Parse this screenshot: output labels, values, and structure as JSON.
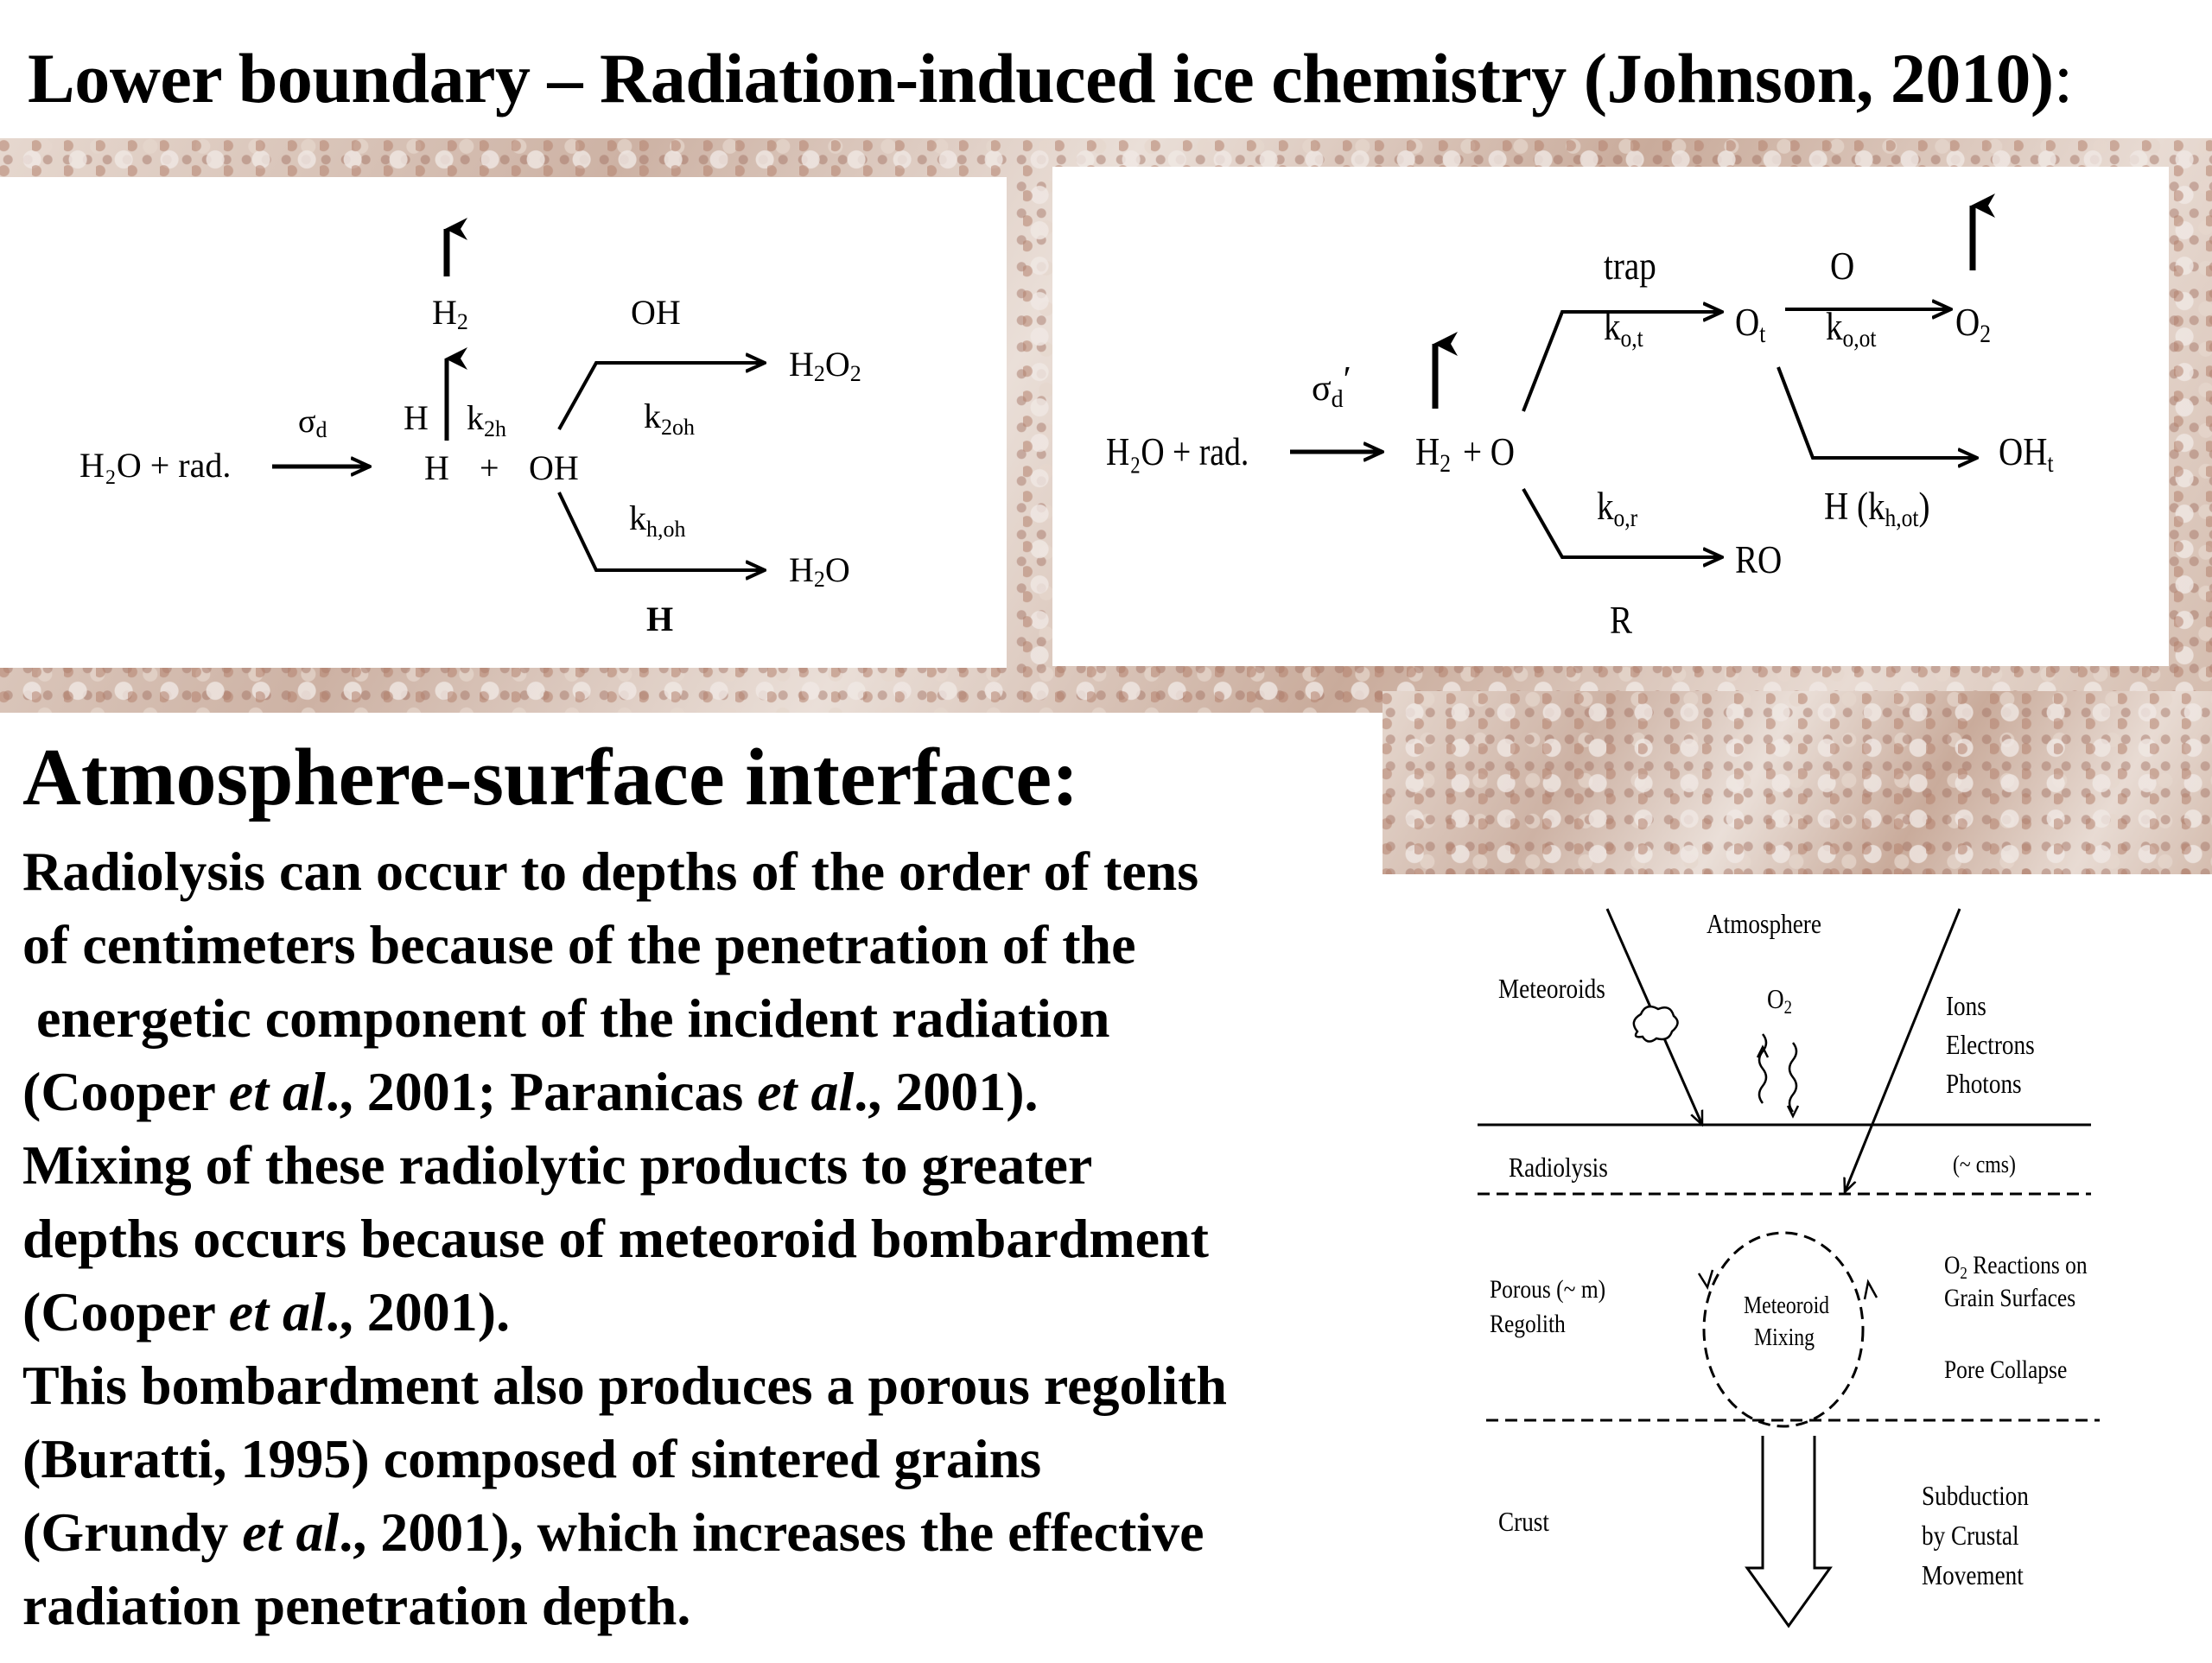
{
  "title": {
    "main": "Lower boundary – Radiation-induced ice chemistry (Johnson, 2010)",
    "colon": ":"
  },
  "diagram_left": {
    "reactant": "H₂O + rad.",
    "sigma": "σ",
    "sigma_sub": "d",
    "h2": "H",
    "h2_sub": "2",
    "h_label": "H",
    "k2h": "k",
    "k2h_sub": "2h",
    "h": "H",
    "plus": "+",
    "oh": "OH",
    "oh_top": "OH",
    "h2o2": "H",
    "h2o2_sub1": "2",
    "h2o2_mid": "O",
    "h2o2_sub2": "2",
    "k2oh": "k",
    "k2oh_sub": "2oh",
    "khoh": "k",
    "khoh_sub": "h,oh",
    "h2o_prod": "H",
    "h2o_prod_sub": "2",
    "h2o_prod_end": "O",
    "h_bottom": "H"
  },
  "diagram_right": {
    "reactant": "H₂O + rad.",
    "sigma": "σ",
    "sigma_sub": "d",
    "sigma_prime": "′",
    "h2": "H",
    "h2_sub": "2",
    "plus_o": "+ O",
    "trap": "trap",
    "kot": "k",
    "kot_sub": "o,t",
    "ot": "O",
    "ot_sub": "t",
    "o_label": "O",
    "koot": "k",
    "koot_sub": "o,ot",
    "o2": "O",
    "o2_sub": "2",
    "oht": "OH",
    "oht_sub": "t",
    "hkhot": "H (k",
    "hkhot_sub": "h,ot",
    "hkhot_end": ")",
    "kor": "k",
    "kor_sub": "o,r",
    "ro": "RO",
    "r": "R"
  },
  "section_heading": "Atmosphere-surface interface:",
  "body_lines": {
    "l1": "Radiolysis can occur to depths  of the order of tens",
    "l2": "of centimeters because of the penetration of the",
    "l3": " energetic component of the incident radiation",
    "l4a": "(Cooper ",
    "l4b": "et al",
    "l4c": "., 2001; Paranicas ",
    "l4d": "et al",
    "l4e": "., 2001).",
    "l5": "Mixing of these radiolytic products to greater",
    "l6": "depths occurs because of meteoroid bombardment",
    "l7a": "(Cooper ",
    "l7b": "et al",
    "l7c": "., 2001).",
    "l8": "This bombardment also produces a porous regolith",
    "l9": "(Buratti, 1995) composed of sintered grains",
    "l10a": "(Grundy ",
    "l10b": "et al",
    "l10c": "., 2001), which increases the effective",
    "l11": "radiation penetration depth."
  },
  "surface_diagram": {
    "atmosphere": "Atmosphere",
    "meteoroids": "Meteoroids",
    "o2": "O",
    "o2_sub": "2",
    "ions": "Ions",
    "electrons": "Electrons",
    "photons": "Photons",
    "radiolysis": "Radiolysis",
    "cms": "(~ cms)",
    "porous": "Porous (~ m)",
    "regolith": "Regolith",
    "meteoroid": "Meteoroid",
    "mixing": "Mixing",
    "o2_reactions_a": "O",
    "o2_reactions_sub": "2",
    "o2_reactions_b": " Reactions on",
    "grain_surfaces": "Grain Surfaces",
    "pore_collapse": "Pore Collapse",
    "crust": "Crust",
    "subduction": "Subduction",
    "by_crustal": "by Crustal",
    "movement": "Movement"
  }
}
